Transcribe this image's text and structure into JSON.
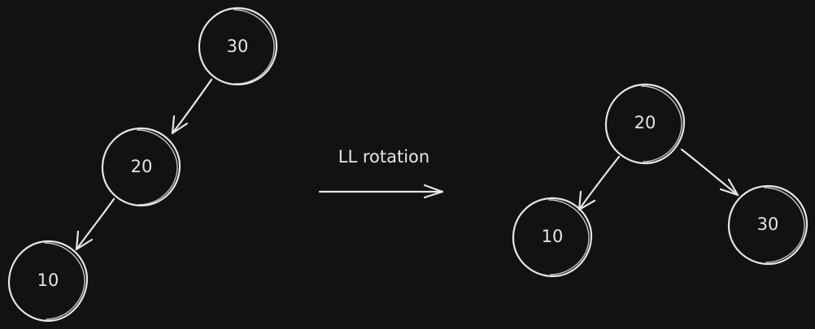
{
  "rotation_label": "LL rotation",
  "before_tree": {
    "root": "30",
    "middle": "20",
    "leaf": "10"
  },
  "after_tree": {
    "root": "20",
    "left": "10",
    "right": "30"
  },
  "colors": {
    "background": "#121212",
    "stroke": "#e6e6e6"
  }
}
